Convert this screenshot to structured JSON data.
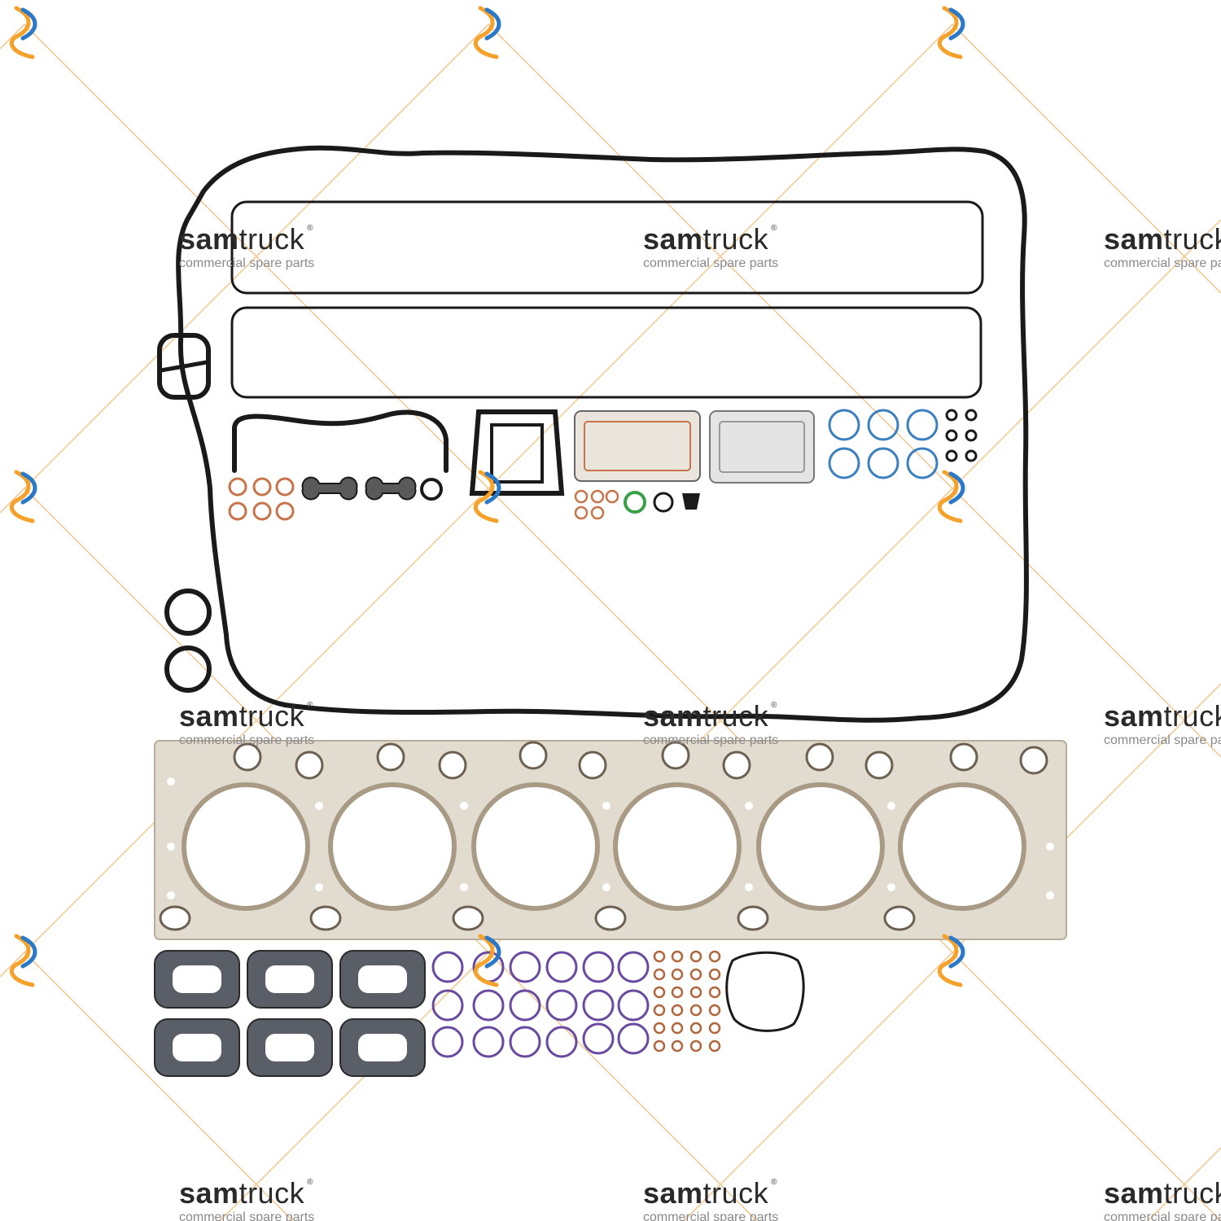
{
  "watermark": {
    "brand_bold": "sam",
    "brand_light": "truck",
    "registered": "®",
    "tagline": "commercial spare parts"
  },
  "colors": {
    "gasket_black": "#1a1a1a",
    "steel_plate": "#e2dcd0",
    "copper_washer": "#c8744a",
    "oring_blue": "#3a7fbf",
    "oring_purple": "#6a4aa0",
    "oring_green": "#3aa048",
    "accent_orange": "#f5a12a",
    "accent_blue": "#2a78c8",
    "grid_line": "#f3c487"
  }
}
